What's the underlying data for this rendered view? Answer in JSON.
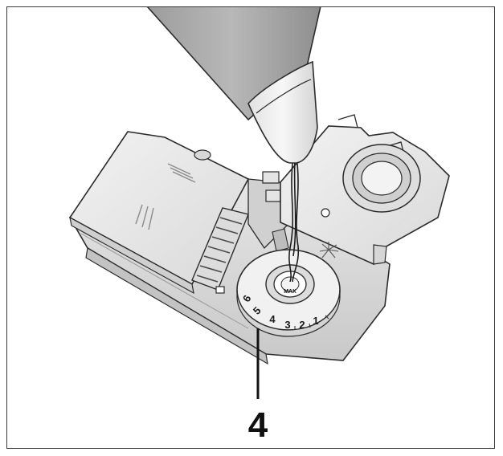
{
  "dial": {
    "numbers": [
      "1",
      "2",
      "3",
      "4",
      "5",
      "6"
    ],
    "max_label": "MAX"
  },
  "callout": {
    "number": "4"
  },
  "colors": {
    "outline": "#2b2b2b",
    "body_light": "#e9e9e9",
    "body_mid": "#d6d6d6",
    "body_dark": "#bdbdbd",
    "bottle": "#a8a8a8",
    "liquid": "#222222"
  }
}
